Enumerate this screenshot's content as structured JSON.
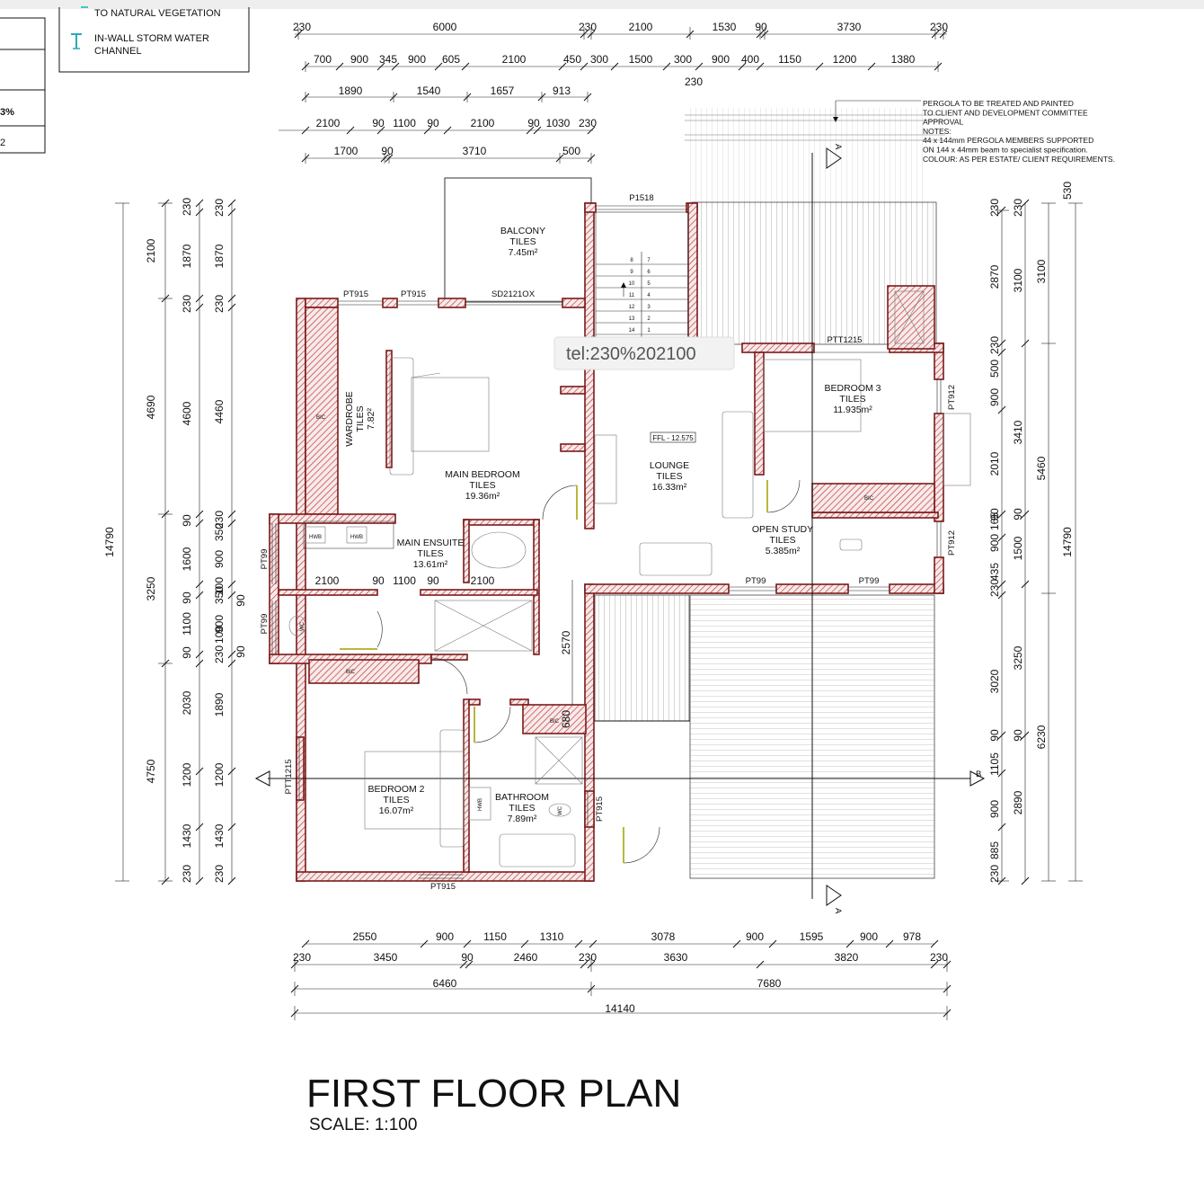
{
  "legend": {
    "row1": "TO NATURAL VEGETATION",
    "row2_line1": "IN-WALL STORM WATER",
    "row2_line2": "CHANNEL",
    "left_frag1": "3%",
    "left_frag2": "2"
  },
  "tooltip": "tel:230%202100",
  "title": "FIRST FLOOR PLAN",
  "scale": "SCALE: 1:100",
  "pergola_note": [
    "PERGOLA TO BE TREATED AND PAINTED",
    "TO CLIENT AND DEVELOPMENT COMMITTEE",
    "APPROVAL",
    "NOTES:",
    "44 x 144mm PERGOLA MEMBERS SUPPORTED",
    "ON 144 x 44mm beam to specialist specification.",
    "COLOUR:      AS PER ESTATE/ CLIENT REQUIREMENTS."
  ],
  "rooms": {
    "balcony": [
      "BALCONY",
      "TILES",
      "7.45m²"
    ],
    "wardrobe": [
      "WARDROBE",
      "TILES",
      "7.82²"
    ],
    "main_bedroom": [
      "MAIN BEDROOM",
      "TILES",
      "19.36m²"
    ],
    "main_ensuite": [
      "MAIN ENSUITE",
      "TILES",
      "13.61m²"
    ],
    "lounge": [
      "LOUNGE",
      "TILES",
      "16.33m²"
    ],
    "bedroom3": [
      "BEDROOM 3",
      "TILES",
      "11.935m²"
    ],
    "open_study": [
      "OPEN STUDY",
      "TILES",
      "5.385m²"
    ],
    "bedroom2": [
      "BEDROOM 2",
      "TILES",
      "16.07m²"
    ],
    "bathroom": [
      "BATHROOM",
      "TILES",
      "7.89m²"
    ]
  },
  "labels": {
    "ffl": "FFL - 12.575",
    "bic": "BIC",
    "wc": "WC",
    "hwb": "HWB",
    "p1518": "P1518",
    "pt915": "PT915",
    "sd2121": "SD2121OX",
    "ptt1215": "PTT1215",
    "pt912": "PT912",
    "pt99": "PT99",
    "ptt1215v": "PTT1215",
    "pt915v": "PT915",
    "sec_a": "A",
    "sec_b": "B",
    "stairs_left": [
      "8",
      "9",
      "10",
      "11",
      "12",
      "13",
      "14"
    ],
    "stairs_right": [
      "7",
      "6",
      "5",
      "4",
      "3",
      "2",
      "1"
    ]
  },
  "dims": {
    "top1": [
      "230",
      "6000",
      "230",
      "2100",
      "1530",
      "90",
      "3730",
      "230"
    ],
    "top2": [
      "700",
      "900",
      "345",
      "900",
      "605",
      "2100",
      "450",
      "300",
      "1500",
      "300",
      "900",
      "400",
      "1150",
      "1200",
      "1380"
    ],
    "top2_extra": "230",
    "top3": [
      "1890",
      "1540",
      "1657",
      "913"
    ],
    "top4": [
      "2100",
      "90",
      "1100",
      "90",
      "2100",
      "90",
      "1030",
      "230"
    ],
    "top5": [
      "1700",
      "90",
      "3710",
      "500"
    ],
    "inner_h": [
      "2100",
      "90",
      "1100",
      "90",
      "2100"
    ],
    "bot1": [
      "2550",
      "900",
      "1150",
      "1310",
      "3078",
      "900",
      "1595",
      "900",
      "978"
    ],
    "bot2": [
      "230",
      "3450",
      "90",
      "2460",
      "230",
      "3630",
      "3820",
      "230"
    ],
    "bot3": [
      "6460",
      "7680"
    ],
    "bot4": "14140",
    "left1": "14790",
    "left2": [
      "2100",
      "4690",
      "3250",
      "4750"
    ],
    "left3": [
      "230",
      "1870",
      "230",
      "4600",
      "90",
      "1600",
      "90",
      "1100",
      "90",
      "2030",
      "1200",
      "1430",
      "230"
    ],
    "left4": [
      "230",
      "1870",
      "230",
      "4460",
      "230",
      "350",
      "900",
      "100",
      "350",
      "900",
      "100",
      "230",
      "1890",
      "1200",
      "1430",
      "230"
    ],
    "left_misc": [
      "90",
      "90"
    ],
    "right1": [
      "230",
      "2870",
      "230",
      "900",
      "2010",
      "90",
      "900",
      "435",
      "230",
      "3020",
      "90",
      "1105",
      "900",
      "230"
    ],
    "right1_extra": [
      "500",
      "165",
      "885"
    ],
    "right2": [
      "230",
      "3100",
      "3410",
      "90",
      "1500",
      "3250",
      "90",
      "2890"
    ],
    "right3": [
      "3100",
      "5460",
      "6230"
    ],
    "right4": [
      "14790"
    ],
    "right_top": "530",
    "v2570": "2570",
    "v680": "680"
  }
}
